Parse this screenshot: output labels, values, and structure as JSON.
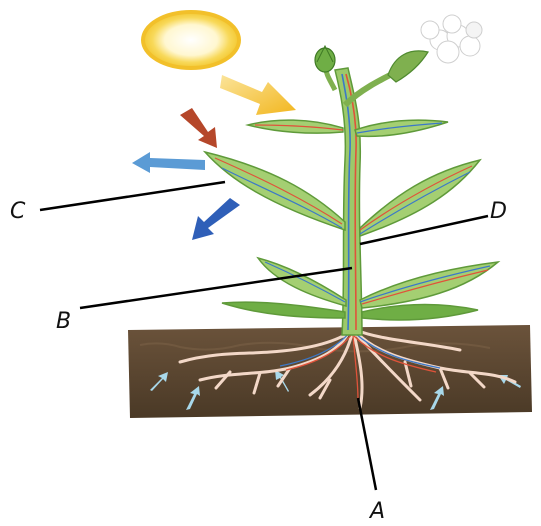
{
  "labels": {
    "a": "A",
    "b": "B",
    "c": "C",
    "d": "D"
  },
  "colors": {
    "sky_arrow_blue": "#5b9bd5",
    "dark_blue_arrow": "#2f5fb8",
    "red_arrow": "#b5472a",
    "sun_yellow": "#f5d54a",
    "sun_ray": "#f5c22a",
    "leaf_green": "#9cc96a",
    "leaf_dark": "#5f9a3a",
    "soil": "#5a4632",
    "root": "#f3d8c8",
    "xylem_red": "#e0533a",
    "phloem_blue": "#3b78c9"
  },
  "icons": [
    "sun-icon",
    "sun-ray-arrow-icon",
    "flower-icon",
    "bud-icon"
  ]
}
